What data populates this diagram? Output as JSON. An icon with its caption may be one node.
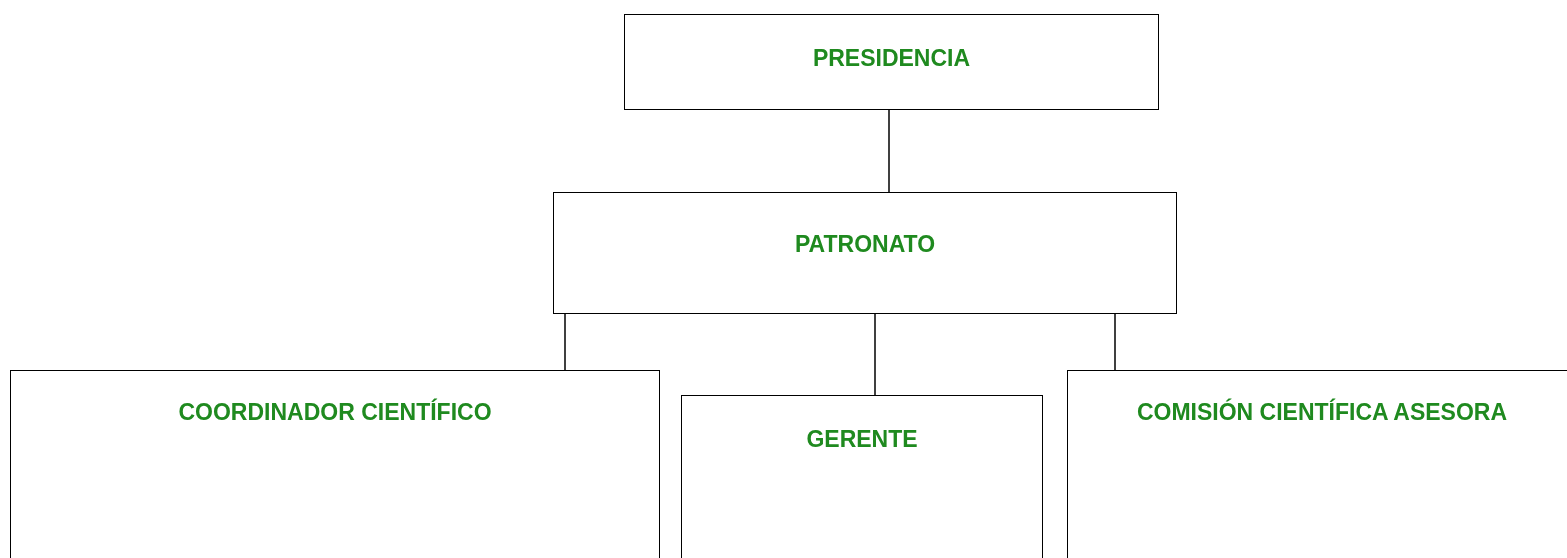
{
  "diagram": {
    "nodes": [
      {
        "text": [
          "PRESIDENCIA"
        ]
      },
      {
        "text": [
          "PATRONATO"
        ]
      },
      {
        "text": [
          "COORDINADOR CIENTÍFICO"
        ]
      },
      {
        "text": [
          "GERENTE"
        ]
      },
      {
        "text": [
          "COMISIÓN CIENTÍFICA ASESORA"
        ]
      }
    ],
    "edges": [
      {
        "from": 0,
        "to": 1,
        "arrow": "none"
      },
      {
        "from": 1,
        "to": 2,
        "arrow": "none"
      },
      {
        "from": 1,
        "to": 3,
        "arrow": "none"
      },
      {
        "from": 1,
        "to": 4,
        "arrow": "none"
      }
    ]
  }
}
